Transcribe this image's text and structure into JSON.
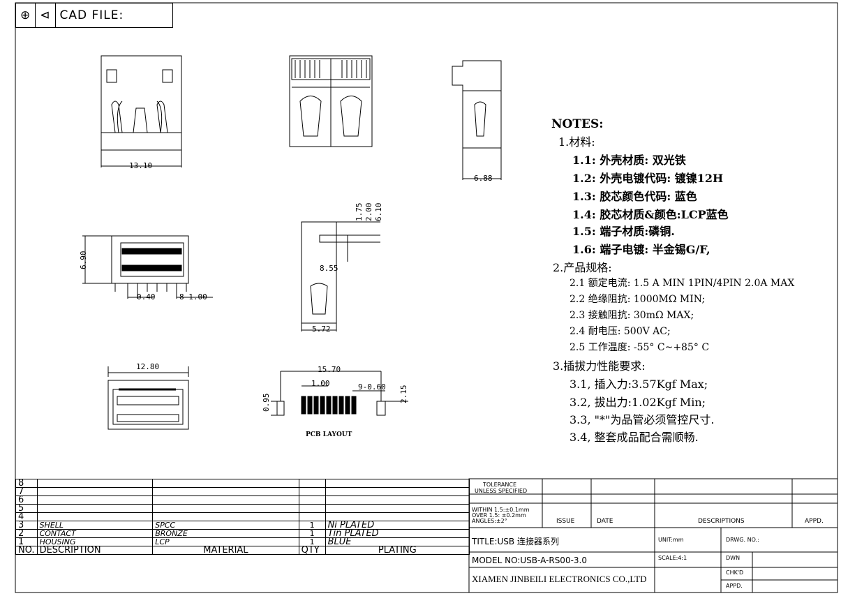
{
  "header": {
    "symbol1": "⊕",
    "symbol2": "⊲",
    "label": "CAD FILE:"
  },
  "notes": {
    "title": "NOTES:",
    "s1": "1.材料:",
    "s1_1": "1.1: 外壳材质: 双光铁",
    "s1_2": "1.2: 外壳电镀代码: 镀镍12H",
    "s1_3": "1.3: 胶芯颜色代码: 蓝色",
    "s1_4": "1.4: 胶芯材质&颜色:LCP蓝色",
    "s1_5": "1.5: 端子材质:磷铜.",
    "s1_6": "1.6: 端子电镀: 半金锡G/F,",
    "s2": "2.产品规格:",
    "s2_1": "2.1 额定电流: 1.5 A MIN 1PIN/4PIN 2.0A MAX",
    "s2_2": "2.2 绝缘阻抗: 1000MΩ MIN;",
    "s2_3": "2.3 接触阻抗: 30mΩ MAX;",
    "s2_4": "2.4 耐电压: 500V AC;",
    "s2_5": "2.5 工作温度: -55° C~+85° C",
    "s3": "3.插拔力性能要求:",
    "s3_1": "3.1, 插入力:3.57Kgf Max;",
    "s3_2": "3.2, 拔出力:1.02Kgf Min;",
    "s3_3": "3.3, \"*\"为品管必须管控尺寸.",
    "s3_4": "3.4, 整套成品配合需顺畅."
  },
  "dims": {
    "d1": "13.10",
    "d2": "6.88",
    "d3": "6.90",
    "d4": "0.40",
    "d5": "8-1.00",
    "d6": "1.75",
    "d7": "2.00",
    "d8": "6.10",
    "d9": "8.55",
    "d10": "5.72",
    "d11": "12.80",
    "d12": "15.70",
    "d13": "1.00",
    "d14": "9-0.60",
    "d15": "0.95",
    "d16": "2.15",
    "pcb_label": "PCB LAYOUT"
  },
  "bom": {
    "rows": [
      {
        "no": "8",
        "desc": "",
        "mat": "",
        "qty": "",
        "plating": ""
      },
      {
        "no": "7",
        "desc": "",
        "mat": "",
        "qty": "",
        "plating": ""
      },
      {
        "no": "6",
        "desc": "",
        "mat": "",
        "qty": "",
        "plating": ""
      },
      {
        "no": "5",
        "desc": "",
        "mat": "",
        "qty": "",
        "plating": ""
      },
      {
        "no": "4",
        "desc": "",
        "mat": "",
        "qty": "",
        "plating": ""
      },
      {
        "no": "3",
        "desc": "SHELL",
        "mat": "SPCC",
        "qty": "1",
        "plating": "Ni PLATED"
      },
      {
        "no": "2",
        "desc": "CONTACT",
        "mat": "BRONZE",
        "qty": "1",
        "plating": "Tin PLATED"
      },
      {
        "no": "1",
        "desc": "HOUSING",
        "mat": "LCP",
        "qty": "1",
        "plating": "BLUE"
      }
    ],
    "headers": {
      "no": "NO.",
      "desc": "DESCRIPTION",
      "mat": "MATERIAL",
      "qty": "QTY",
      "plating": "PLATING"
    }
  },
  "titleblock": {
    "tol1": "TOLERANCE",
    "tol2": "UNLESS SPECIFIED",
    "tol3": "WITHIN 1.5:±0.1mm",
    "tol4": "OVER 1.5: ±0.2mm",
    "tol5": "ANGLES:±2°",
    "issue": "ISSUE",
    "date": "DATE",
    "descriptions": "DESCRIPTIONS",
    "appd": "APPD.",
    "title": "TITLE:USB 连接器系列",
    "unit": "UNIT:mm",
    "drwg": "DRWG. NO.:",
    "model": "MODEL NO:USB-A-RS00-3.0",
    "scale": "SCALE:4:1",
    "dwn": "DWN",
    "company": "XIAMEN JINBEILI ELECTRONICS CO.,LTD",
    "chkd": "CHK'D",
    "appd2": "APPD."
  }
}
